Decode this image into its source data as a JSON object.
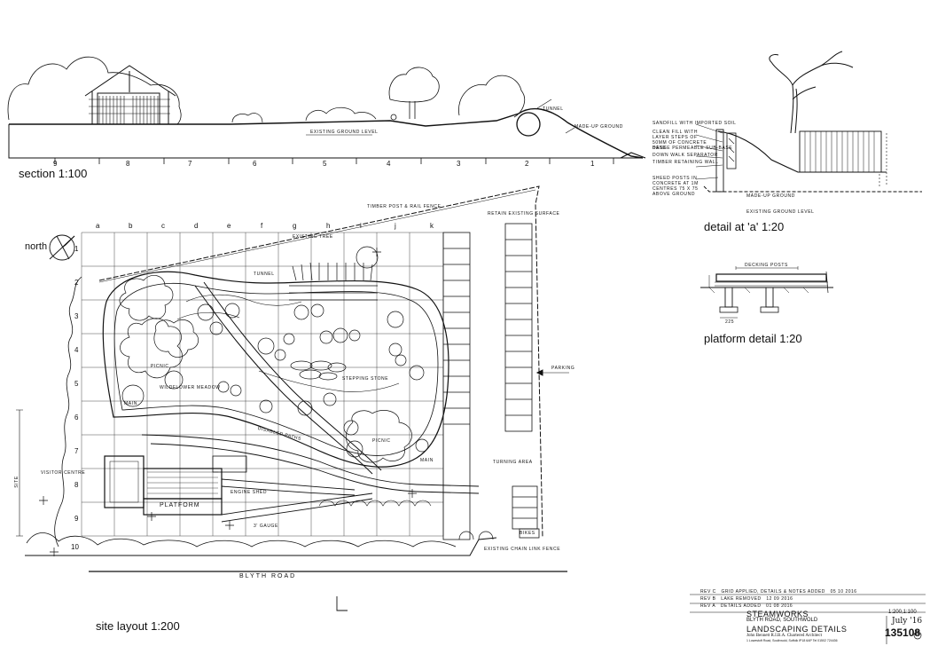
{
  "section": {
    "title": "section 1:100",
    "bays": [
      "9",
      "8",
      "7",
      "6",
      "5",
      "4",
      "3",
      "2",
      "1"
    ],
    "ground_label": "EXISTING GROUND LEVEL",
    "tunnel_label": "TUNNEL",
    "mound_label": "MADE-UP GROUND"
  },
  "detail_a": {
    "title": "detail at 'a' 1:20",
    "notes": [
      "SANDFILL WITH IMPORTED SOIL",
      "CLEAN FILL WITH LAYER STEPS OF 50mm OF CONCRETE BASE",
      "DENSE PERMEABLE SUB-BASE",
      "DOWN WALK SEPARATOR",
      "TIMBER RETAINING WALL",
      "SHEED POSTS IN CONCRETE AT 1m CENTRES 75 x 75 ABOVE GROUND"
    ],
    "mound_label": "MADE-UP GROUND",
    "ground_label": "EXISTING GROUND LEVEL"
  },
  "platform_detail": {
    "title": "platform detail 1:20",
    "timber_label": "DECKING POSTS",
    "dim_label": "225"
  },
  "site": {
    "title": "site layout 1:200",
    "north": "north",
    "cols": [
      "a",
      "b",
      "c",
      "d",
      "e",
      "f",
      "g",
      "h",
      "i",
      "j",
      "k"
    ],
    "rows": [
      "1",
      "2",
      "3",
      "4",
      "5",
      "6",
      "7",
      "8",
      "9",
      "10"
    ],
    "labels": {
      "fence": "TIMBER POST & RAIL FENCE",
      "retain": "RETAIN EXISTING SURFACE",
      "trees": "EXISTING TREE",
      "tunnel": "TUNNEL",
      "picnic1": "PICNIC",
      "picnic2": "PICNIC",
      "wildflower": "WILDFLOWER MEADOW",
      "stepping": "STEPPING STONE",
      "disabled": "DISABLED PATHS",
      "parking": "PARKING",
      "turning": "TURNING AREA",
      "visitor": "VISITOR CENTRE",
      "engine": "ENGINE SHED",
      "platform": "PLATFORM",
      "bikes": "BIKES",
      "road": "BLYTH ROAD",
      "chain": "EXISTING CHAIN LINK FENCE",
      "grade": "3' GAUGE",
      "main": "MAIN",
      "width": "SITE"
    }
  },
  "title_block": {
    "revisions": [
      {
        "rev": "REV C",
        "text": "GRID APPLIED, DETAILS & NOTES ADDED",
        "date": "05 10 2016"
      },
      {
        "rev": "REV B",
        "text": "LAKE REMOVED",
        "date": "12 09 2016"
      },
      {
        "rev": "REV A",
        "text": "DETAILS ADDED",
        "date": "01 08 2016"
      }
    ],
    "project": "STEAMWORKS",
    "address": "BLYTH ROAD, SOUTHWOLD",
    "drawing_title": "LANDSCAPING DETAILS",
    "architect": "John Bennett R.I.B.A. Chartered Architect",
    "architect_address": "1 Lowestoft Road, Southwold, Suffolk IP18 6AP Tel 01502 724436",
    "scale": "1:200,1:100",
    "date": "July '16",
    "drawing_no": "135108",
    "rev_mark": "C"
  },
  "colors": {
    "ink": "#111111",
    "paper": "#ffffff",
    "hatch": "#555555"
  }
}
